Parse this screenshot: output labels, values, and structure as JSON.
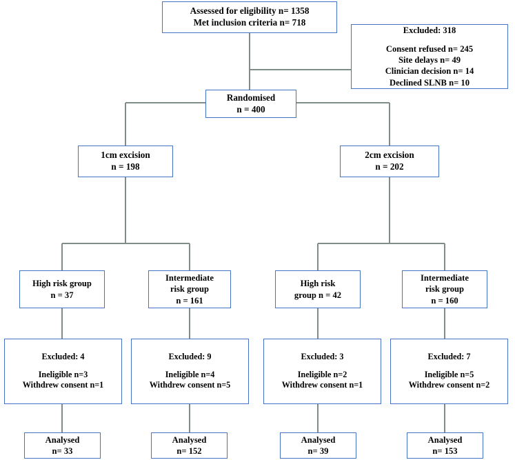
{
  "diagram": {
    "title": "CONSORT participant flow diagram",
    "accent_color": "#4472c4",
    "connector_color": "#7f8c8a",
    "background": "#ffffff"
  },
  "nodes": {
    "assessed": {
      "lines": [
        "Assessed for eligibility n= 1358",
        "Met inclusion criteria n= 718"
      ]
    },
    "excluded_main": {
      "lines": [
        "Excluded: 318",
        "",
        "Consent refused n= 245",
        "Site delays n= 49",
        "Clinician decision n= 14",
        "Declined SLNB n= 10"
      ]
    },
    "randomised": {
      "lines": [
        "Randomised",
        "n = 400"
      ]
    },
    "arm_1cm": {
      "lines": [
        "1cm excision",
        "n = 198"
      ]
    },
    "arm_2cm": {
      "lines": [
        "2cm excision",
        "n = 202"
      ]
    },
    "group_1cm_high": {
      "lines": [
        "High risk group",
        "n = 37"
      ]
    },
    "group_1cm_intermediate": {
      "lines": [
        "Intermediate",
        "risk group",
        "n = 161"
      ]
    },
    "group_2cm_high": {
      "lines": [
        "High risk",
        "group n = 42"
      ]
    },
    "group_2cm_intermediate": {
      "lines": [
        "Intermediate",
        "risk group",
        "n = 160"
      ]
    },
    "excluded_1cm_high": {
      "lines": [
        "Excluded: 4",
        "",
        "Ineligible n=3",
        "Withdrew consent n=1"
      ]
    },
    "excluded_1cm_intermediate": {
      "lines": [
        "Excluded: 9",
        "",
        "Ineligible n=4",
        "Withdrew consent n=5"
      ]
    },
    "excluded_2cm_high": {
      "lines": [
        "Excluded: 3",
        "",
        "Ineligible n=2",
        "Withdrew consent n=1"
      ]
    },
    "excluded_2cm_intermediate": {
      "lines": [
        "Excluded: 7",
        "",
        "Ineligible n=5",
        "Withdrew consent n=2"
      ]
    },
    "analysed_1cm_high": {
      "lines": [
        "Analysed",
        "n= 33"
      ]
    },
    "analysed_1cm_intermediate": {
      "lines": [
        "Analysed",
        "n= 152"
      ]
    },
    "analysed_2cm_high": {
      "lines": [
        "Analysed",
        "n= 39"
      ]
    },
    "analysed_2cm_intermediate": {
      "lines": [
        "Analysed",
        "n= 153"
      ]
    }
  }
}
